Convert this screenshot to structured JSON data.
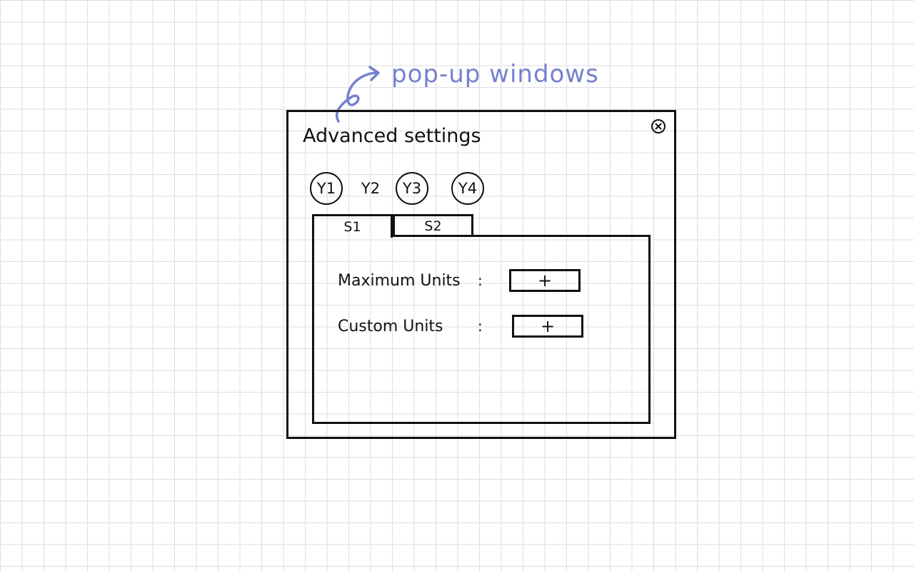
{
  "annotation": {
    "text": "pop-up windows",
    "arrow_icon": "curved-arrow-icon",
    "color": "#7580cf"
  },
  "window": {
    "title": "Advanced settings",
    "close_icon": "close-circle-icon"
  },
  "years": [
    {
      "label": "Y1",
      "circled": true
    },
    {
      "label": "Y2",
      "circled": false
    },
    {
      "label": "Y3",
      "circled": true
    },
    {
      "label": "Y4",
      "circled": true
    }
  ],
  "tabs": [
    {
      "label": "S1",
      "active": true
    },
    {
      "label": "S2",
      "active": false
    }
  ],
  "fields": [
    {
      "label": "Maximum Units",
      "colon": ":",
      "button_label": "+"
    },
    {
      "label": "Custom Units",
      "colon": ":",
      "button_label": "+"
    }
  ]
}
